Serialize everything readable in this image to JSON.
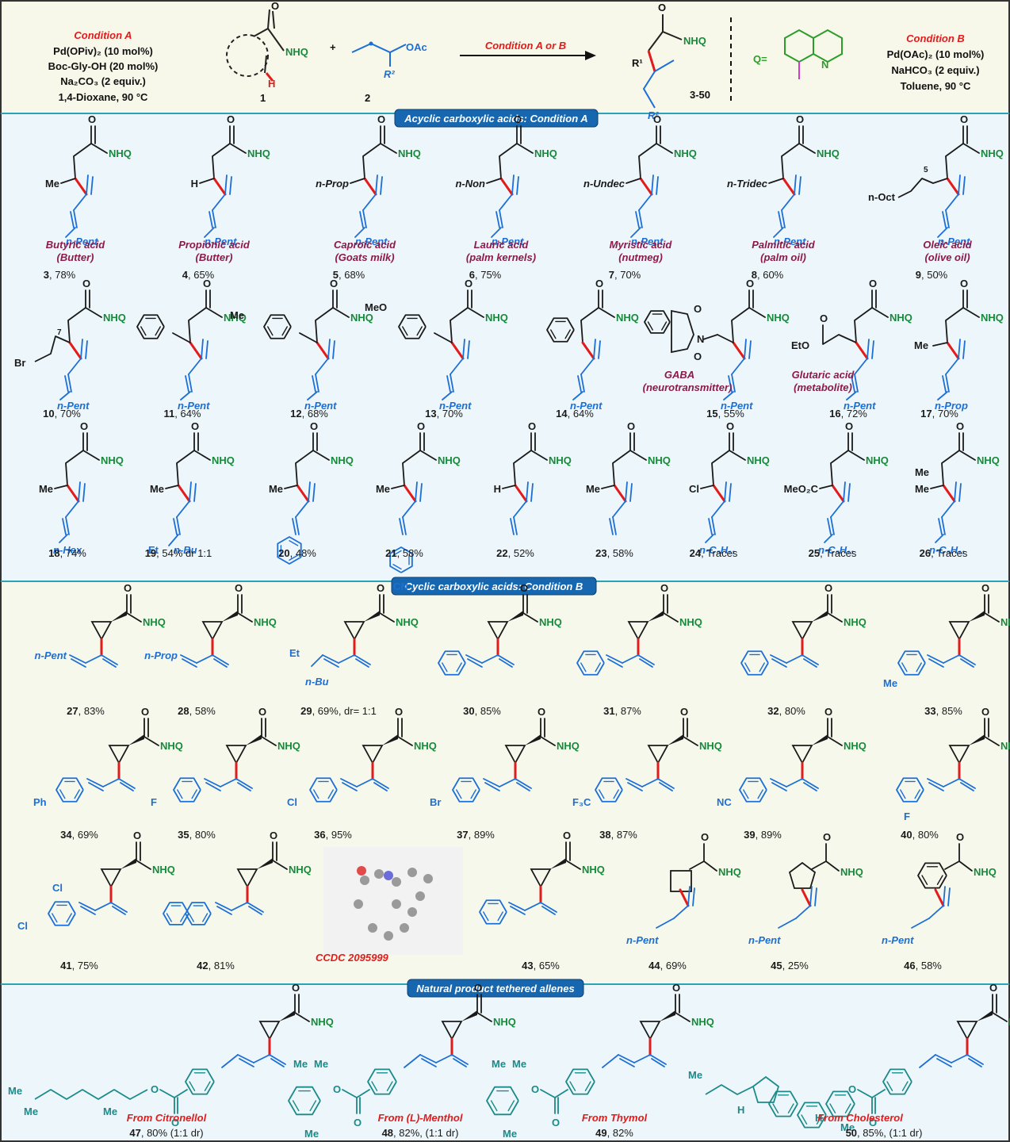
{
  "colors": {
    "bond": "#1a1a1a",
    "allene_blue": "#1c6fd6",
    "amide_green": "#168a3a",
    "new_bond_red": "#e21b1b",
    "condition_red": "#e21b1b",
    "acid_name_maroon": "#8b1a4a",
    "natprod_teal": "#1a8a8a",
    "quinoline_green": "#2a9d2a",
    "banner_blue": "#1667b0",
    "header_bg": "#f7f8e9",
    "acyclic_bg": "#edf6fa",
    "cyclic_bg": "#f7f8ec",
    "natural_bg": "#edf6fa"
  },
  "header": {
    "conditionA": {
      "title": "Condition A",
      "lines": [
        "Pd(OPiv)₂ (10 mol%)",
        "Boc-Gly-OH (20 mol%)",
        "Na₂CO₃ (2 equiv.)",
        "1,4-Dioxane, 90 °C"
      ]
    },
    "conditionB": {
      "title": "Condition B",
      "lines": [
        "Pd(OAc)₂ (10 mol%)",
        "NaHCO₃ (2 equiv.)",
        "Toluene, 90 °C"
      ]
    },
    "reagent1": {
      "label": "1",
      "nhq": "NHQ",
      "o": "O",
      "h": "H"
    },
    "plus": "+",
    "reagent2": {
      "label": "2",
      "oac": "OAc",
      "r2": "R²"
    },
    "arrow_label": "Condition A or B",
    "product": {
      "label": "3-50",
      "nhq": "NHQ",
      "o": "O",
      "r1": "R¹",
      "r2": "R²"
    },
    "q_def": {
      "q": "Q=",
      "n": "N"
    }
  },
  "banners": {
    "acyclic": "Acyclic carboxylic acids: Condition A",
    "cyclic": "Cyclic carboxylic acids: Condition B",
    "natural": "Natural product tethered allenes"
  },
  "acyclic": {
    "row1": [
      {
        "num": "3",
        "yield": ", 78%",
        "r1": "Me",
        "r2": "n-Pent",
        "name1": "Butyric acid",
        "name2": "(Butter)"
      },
      {
        "num": "4",
        "yield": ", 65%",
        "r1": "H",
        "r2": "n-Pent",
        "name1": "Propionic acid",
        "name2": "(Butter)"
      },
      {
        "num": "5",
        "yield": ", 68%",
        "r1": "n-Prop",
        "r2": "n-Pent",
        "name1": "Caproic acid",
        "name2": "(Goats milk)"
      },
      {
        "num": "6",
        "yield": ", 75%",
        "r1": "n-Non",
        "r2": "n-Pent",
        "name1": "Lauric acid",
        "name2": "(palm kernels)"
      },
      {
        "num": "7",
        "yield": ", 70%",
        "r1": "n-Undec",
        "r2": "n-Pent",
        "name1": "Myristic acid",
        "name2": "(nutmeg)"
      },
      {
        "num": "8",
        "yield": ", 60%",
        "r1": "n-Tridec",
        "r2": "n-Pent",
        "name1": "Palmitic acid",
        "name2": "(palm oil)"
      },
      {
        "num": "9",
        "yield": ", 50%",
        "r1": "n-Oct",
        "r2": "n-Pent",
        "name1": "Oleic acid",
        "name2": "(olive oil)",
        "sub": "5"
      }
    ],
    "row2": [
      {
        "num": "10",
        "yield": ", 70%",
        "r1": "Br",
        "r2": "n-Pent",
        "sub": "7"
      },
      {
        "num": "11",
        "yield": ", 64%",
        "r2": "n-Pent"
      },
      {
        "num": "12",
        "yield": ", 68%",
        "r1": "Me",
        "r2": "n-Pent"
      },
      {
        "num": "13",
        "yield": ", 70%",
        "r1": "MeO",
        "r2": "n-Pent"
      },
      {
        "num": "14",
        "yield": ", 64%",
        "r2": "n-Pent"
      },
      {
        "num": "15",
        "yield": ", 55%",
        "r2": "n-Pent",
        "n": "N",
        "name1": "GABA",
        "name2": "(neurotransmitter)"
      },
      {
        "num": "16",
        "yield": ", 72%",
        "r1": "EtO",
        "r2": "n-Pent",
        "name1": "Glutaric acid",
        "name2": "(metabolite)"
      },
      {
        "num": "17",
        "yield": ", 70%",
        "r1": "Me",
        "r2": "n-Prop"
      }
    ],
    "row3": [
      {
        "num": "18",
        "yield": ", 74%",
        "r1": "Me",
        "r2": "n-Hex"
      },
      {
        "num": "19",
        "yield": ", 54% dr 1:1",
        "r1": "Me",
        "r2a": "Et",
        "r2b": "n-Bu"
      },
      {
        "num": "20",
        "yield": ", 48%",
        "r1": "Me"
      },
      {
        "num": "21",
        "yield": ", 58%",
        "r1": "Me",
        "cn": "CN"
      },
      {
        "num": "22",
        "yield": ", 52%",
        "r1": "H"
      },
      {
        "num": "23",
        "yield": ", 58%",
        "r1": "Me"
      },
      {
        "num": "24",
        "yield": ", Traces",
        "r1": "Cl",
        "r2": "n-C₅H₁₁"
      },
      {
        "num": "25",
        "yield": ", Traces",
        "r1": "MeO₂C",
        "r2": "n-C₅H₁₁"
      },
      {
        "num": "26",
        "yield": ", Traces",
        "r1": "Me",
        "r1b": "Me",
        "r2": "n-C₅H₁₁"
      }
    ]
  },
  "cyclic": {
    "row1": [
      {
        "num": "27",
        "yield": ", 83%",
        "r2": "n-Pent"
      },
      {
        "num": "28",
        "yield": ", 58%",
        "r2": "n-Prop"
      },
      {
        "num": "29",
        "yield": ", 69%, dr= 1:1",
        "r2a": "Et",
        "r2b": "n-Bu"
      },
      {
        "num": "30",
        "yield": ", 85%"
      },
      {
        "num": "31",
        "yield": ", 87%"
      },
      {
        "num": "32",
        "yield": ", 80%"
      },
      {
        "num": "33",
        "yield": ", 85%",
        "sub": "Me"
      }
    ],
    "row2": [
      {
        "num": "34",
        "yield": ", 69%",
        "sub": "Ph"
      },
      {
        "num": "35",
        "yield": ", 80%",
        "sub": "F"
      },
      {
        "num": "36",
        "yield": ", 95%",
        "sub": "Cl"
      },
      {
        "num": "37",
        "yield": ", 89%",
        "sub": "Br"
      },
      {
        "num": "38",
        "yield": ", 87%",
        "sub": "F₃C"
      },
      {
        "num": "39",
        "yield": ", 89%",
        "sub": "NC"
      },
      {
        "num": "40",
        "yield": ", 80%",
        "sub": "F"
      }
    ],
    "row3": [
      {
        "num": "41",
        "yield": ", 75%",
        "sub1": "Cl",
        "sub2": "Cl"
      },
      {
        "num": "42",
        "yield": ", 81%"
      },
      {
        "ccdc": "CCDC 2095999"
      },
      {
        "num": "43",
        "yield": ", 65%"
      },
      {
        "num": "44",
        "yield": ", 69%",
        "r2": "n-Pent"
      },
      {
        "num": "45",
        "yield": ", 25%",
        "r2": "n-Pent"
      },
      {
        "num": "46",
        "yield": ", 58%",
        "r2": "n-Pent"
      }
    ],
    "nhq": "NHQ",
    "o": "O"
  },
  "natural": [
    {
      "num": "47",
      "yield": ", 80% (1:1 dr)",
      "from": "From Citronellol",
      "me1": "Me",
      "me2": "Me",
      "me3": "Me"
    },
    {
      "num": "48",
      "yield": ", 82%, (1:1 dr)",
      "from": "From (L)-Menthol",
      "me1": "Me",
      "me2": "Me",
      "me3": "Me"
    },
    {
      "num": "49",
      "yield": ", 82%",
      "from": "From Thymol",
      "me1": "Me",
      "me2": "Me",
      "me3": "Me"
    },
    {
      "num": "50",
      "yield": ", 85%, (1:1 dr)",
      "from": "From Cholesterol",
      "me": "Me",
      "h": "H"
    }
  ]
}
